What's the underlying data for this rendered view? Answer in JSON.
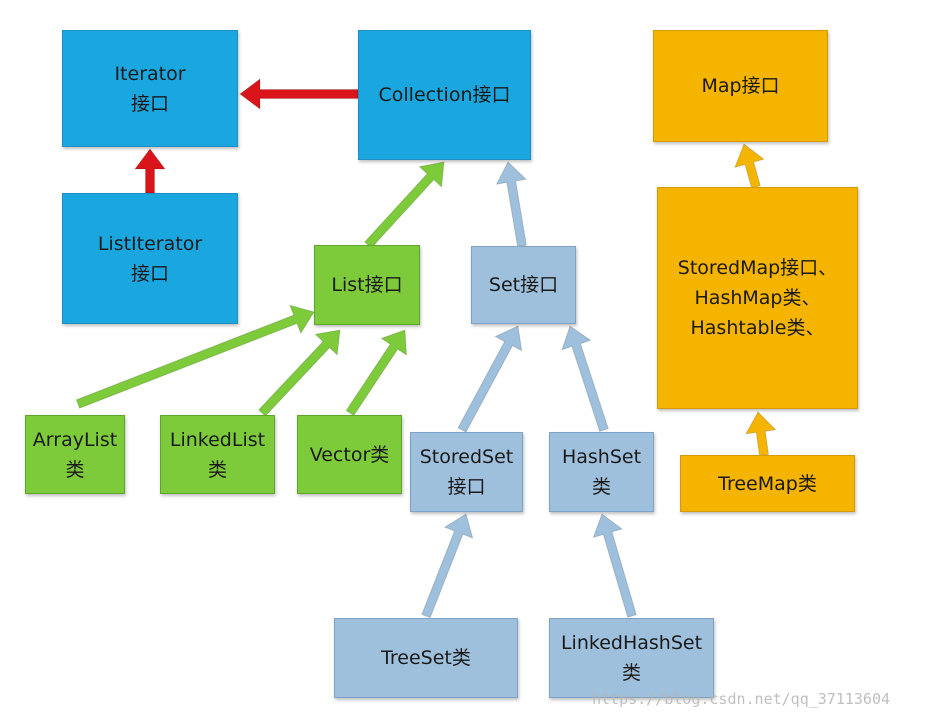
{
  "colors": {
    "interface_blue": "#1aa7e0",
    "list_green": "#7dcb3a",
    "set_lightblue": "#9ec0dc",
    "map_orange": "#f4b400",
    "arrow_red": "#d9141a"
  },
  "nodes": {
    "iterator": [
      "Iterator",
      "接口"
    ],
    "collection": [
      "Collection接口"
    ],
    "list_iterator": [
      "ListIterator",
      "接口"
    ],
    "list": [
      "List接口"
    ],
    "set": [
      "Set接口"
    ],
    "array_list": [
      "ArrayList",
      "类"
    ],
    "linked_list": [
      "LinkedList",
      "类"
    ],
    "vector": [
      "Vector类"
    ],
    "stored_set": [
      "StoredSet",
      "接口"
    ],
    "hash_set": [
      "HashSet",
      "类"
    ],
    "tree_set": [
      "TreeSet类"
    ],
    "linked_hash_set": [
      "LinkedHashSet",
      "类"
    ],
    "map": [
      "Map接口"
    ],
    "stored_map": [
      "StoredMap接口、",
      "HashMap类、",
      "Hashtable类、"
    ],
    "tree_map": [
      "TreeMap类"
    ]
  },
  "edges": [
    {
      "from": "collection",
      "to": "iterator",
      "color": "#d9141a"
    },
    {
      "from": "list_iterator",
      "to": "iterator",
      "color": "#d9141a"
    },
    {
      "from": "list",
      "to": "collection",
      "color": "#7dcb3a"
    },
    {
      "from": "set",
      "to": "collection",
      "color": "#9ec0dc"
    },
    {
      "from": "array_list",
      "to": "list",
      "color": "#7dcb3a"
    },
    {
      "from": "linked_list",
      "to": "list",
      "color": "#7dcb3a"
    },
    {
      "from": "vector",
      "to": "list",
      "color": "#7dcb3a"
    },
    {
      "from": "stored_set",
      "to": "set",
      "color": "#9ec0dc"
    },
    {
      "from": "hash_set",
      "to": "set",
      "color": "#9ec0dc"
    },
    {
      "from": "tree_set",
      "to": "stored_set",
      "color": "#9ec0dc"
    },
    {
      "from": "linked_hash_set",
      "to": "hash_set",
      "color": "#9ec0dc"
    },
    {
      "from": "stored_map",
      "to": "map",
      "color": "#f4b400"
    },
    {
      "from": "tree_map",
      "to": "stored_map",
      "color": "#f4b400"
    }
  ],
  "watermark": "https://blog.csdn.net/qq_37113604"
}
